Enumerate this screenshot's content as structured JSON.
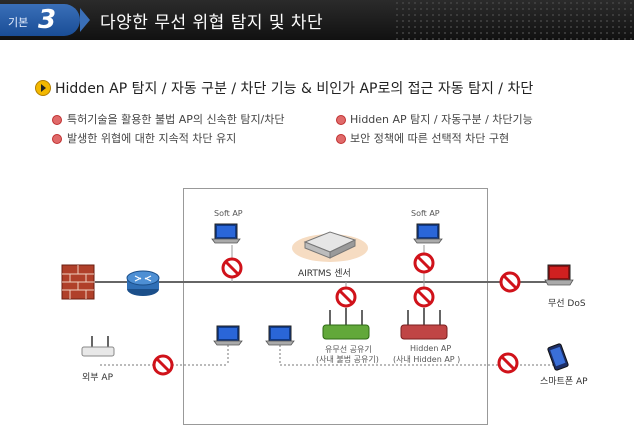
{
  "header": {
    "badge_label": "기본",
    "badge_number": "3",
    "title": "다양한 무선 위협 탐지 및 차단"
  },
  "main_point": "Hidden AP 탐지  / 자동 구분  / 차단 기능 & 비인가 AP로의 접근 자동 탐지 / 차단",
  "sub_points": [
    "특허기술을 활용한 불법 AP의 신속한 탐지/차단",
    "Hidden AP 탐지 / 자동구분 / 차단기능",
    "발생한 위협에 대한 지속적 차단 유지",
    "보안 정책에 따른 선택적 차단 구현"
  ],
  "diagram": {
    "soft_ap_left": "Soft AP",
    "soft_ap_right": "Soft AP",
    "sensor": "AIRTMS 센서",
    "wireless_dos": "무선 DoS",
    "shared_ap_line1": "유무선 공유기",
    "shared_ap_line2": "(사내 불법 공유기)",
    "hidden_ap_line1": "Hidden  AP",
    "hidden_ap_line2": "(사내 Hidden  AP )",
    "external_ap": "외부 AP",
    "smartphone_ap": "스마트폰 AP"
  }
}
